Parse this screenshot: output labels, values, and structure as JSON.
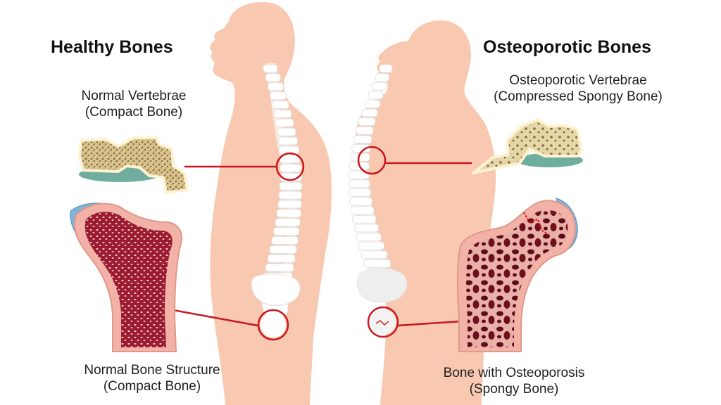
{
  "left": {
    "title": "Healthy Bones",
    "vertebra_label_1": "Normal Vertebrae",
    "vertebra_label_2": "(Compact Bone)",
    "bone_label_1": "Normal Bone Structure",
    "bone_label_2": "(Compact Bone)"
  },
  "right": {
    "title": "Osteoporotic Bones",
    "vertebra_label_1": "Osteoporotic Vertebrae",
    "vertebra_label_2": "(Compressed Spongy Bone)",
    "bone_label_1": "Bone with Osteoporosis",
    "bone_label_2": "(Spongy Bone)"
  },
  "colors": {
    "skin": "#f8c9b0",
    "callout": "#c8161d",
    "marrow_healthy": "#9b1b30",
    "marrow_osteo": "#6d0f1c",
    "bone_tan": "#c9b27a",
    "cartilage": "#7fb3d9",
    "disc": "#6fae9e"
  },
  "icons": [
    "healthy-body-silhouette-icon",
    "osteoporotic-body-silhouette-icon",
    "spine-icon",
    "vertebra-icon",
    "femur-icon"
  ]
}
